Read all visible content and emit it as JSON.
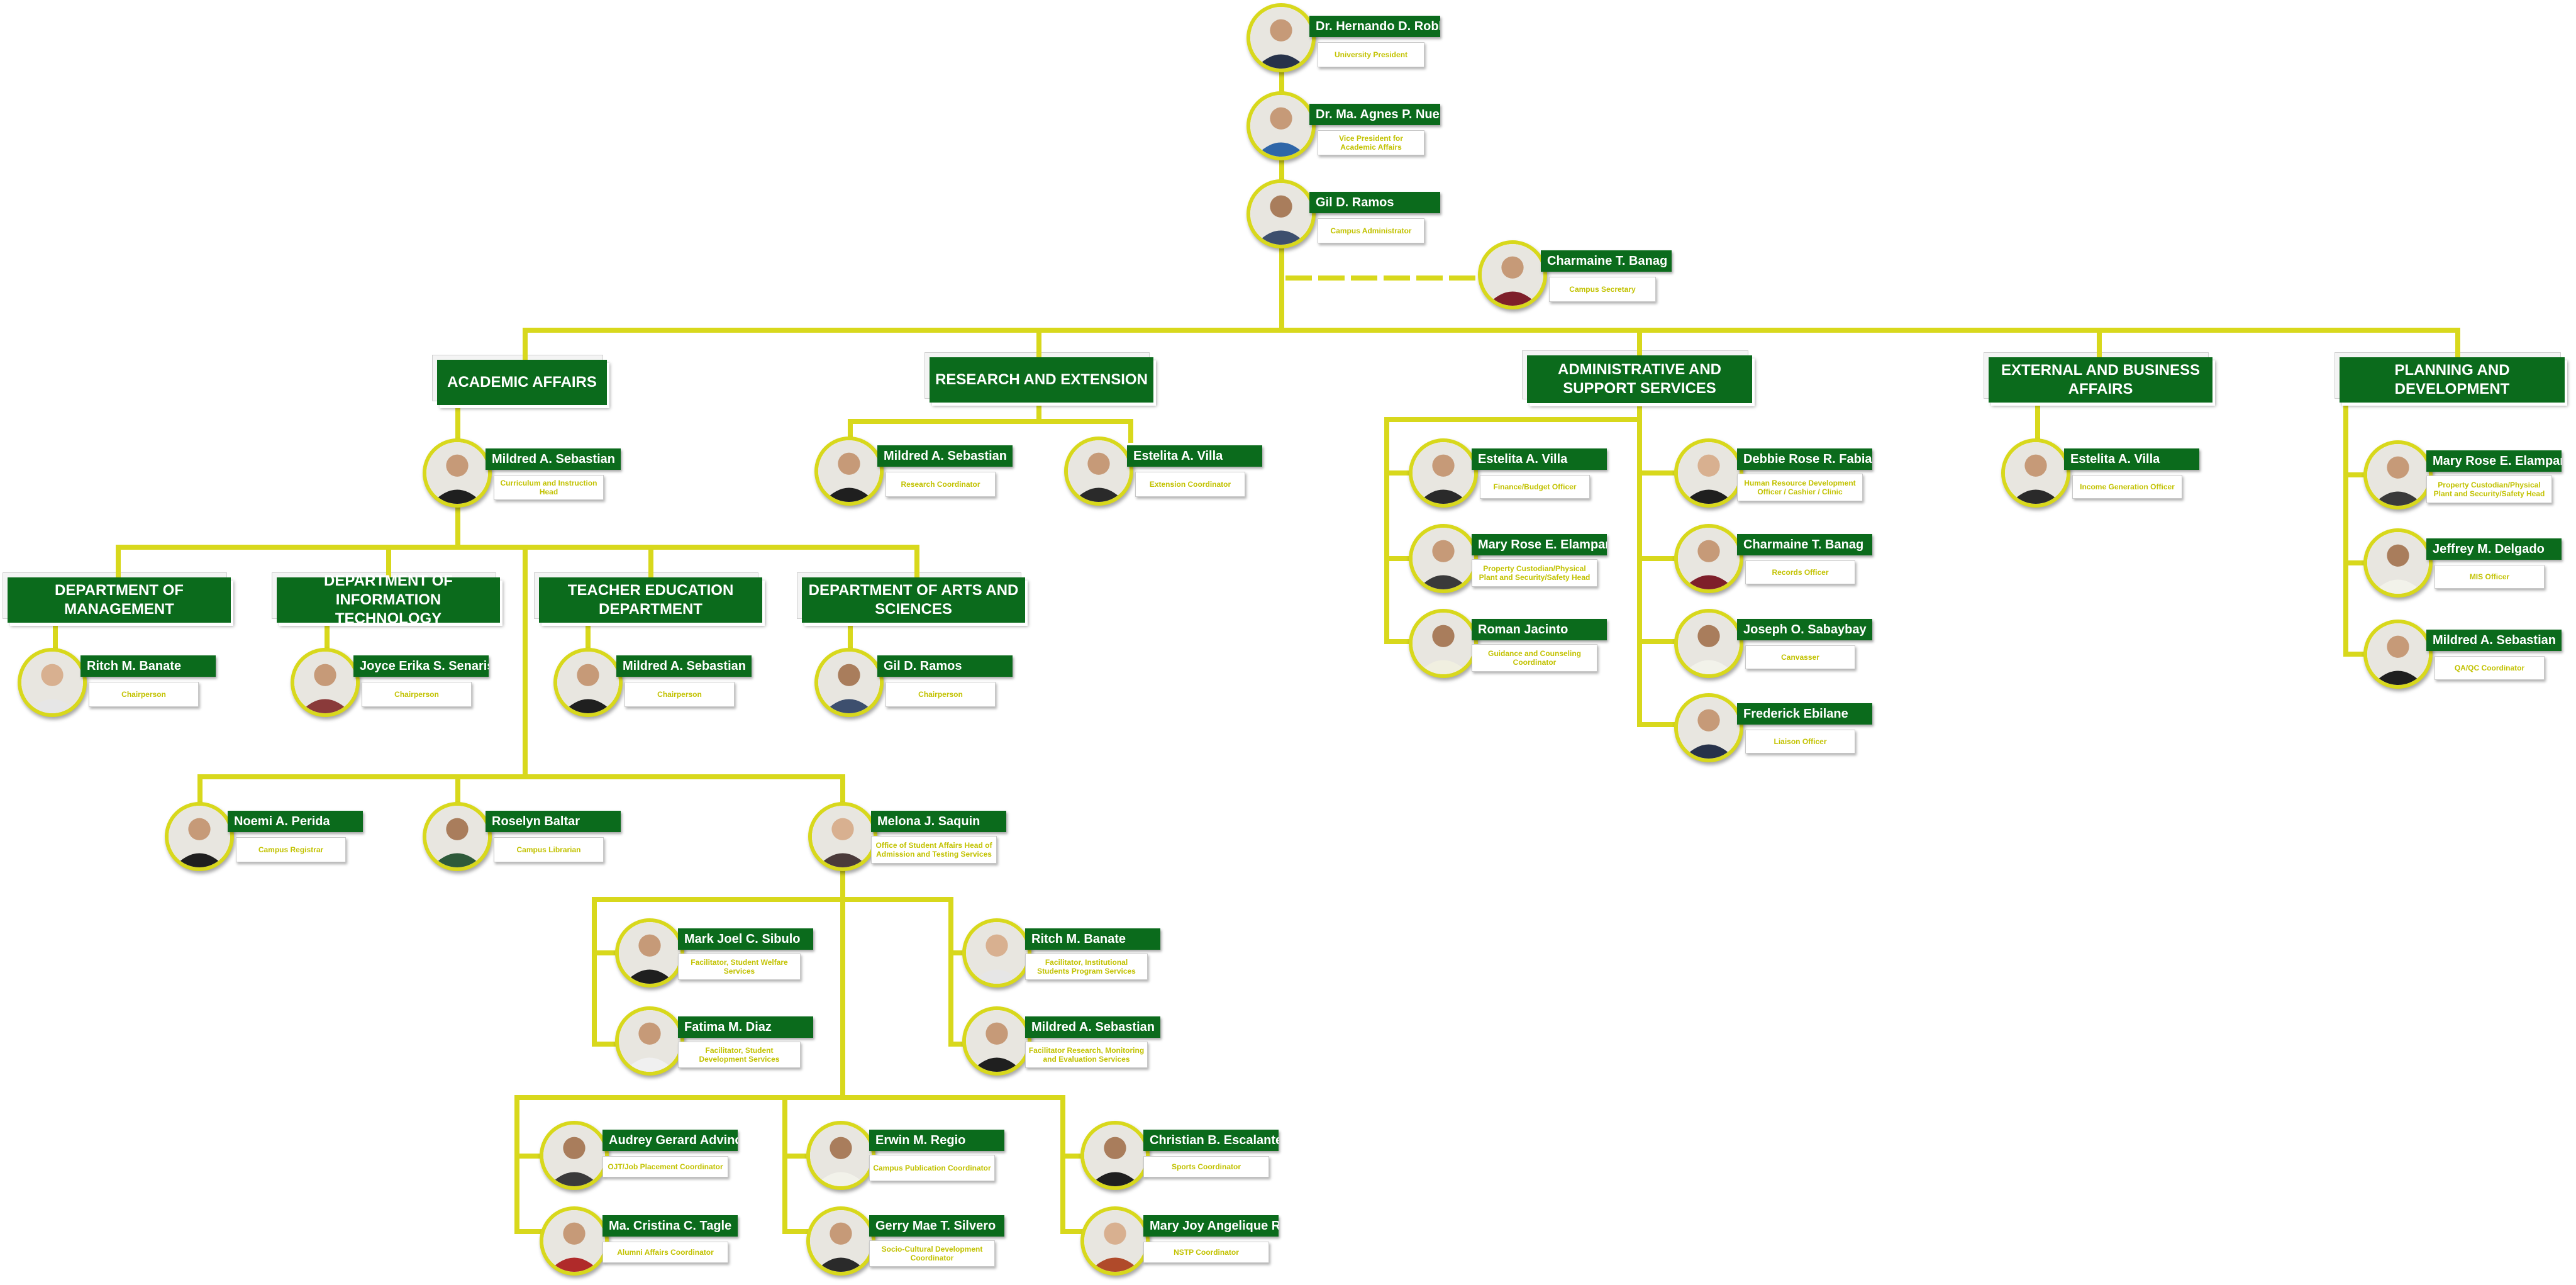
{
  "colors": {
    "accent_green": "#0b6b1c",
    "connector_yellow": "#d8d81c",
    "role_text": "#c2c200"
  },
  "leadership": {
    "president": {
      "name": "Dr. Hernando D. Robles",
      "role": "University President"
    },
    "vp": {
      "name": "Dr. Ma. Agnes P. Nuestro",
      "role": "Vice President for Academic Affairs"
    },
    "administrator": {
      "name": "Gil D. Ramos",
      "role": "Campus Administrator"
    },
    "secretary": {
      "name": "Charmaine T. Banag",
      "role": "Campus Secretary"
    }
  },
  "sections": {
    "academic": "ACADEMIC AFFAIRS",
    "research": "RESEARCH AND EXTENSION",
    "admin": "ADMINISTRATIVE AND SUPPORT SERVICES",
    "external": "EXTERNAL AND BUSINESS AFFAIRS",
    "planning": "PLANNING AND DEVELOPMENT"
  },
  "academic": {
    "head": {
      "name": "Mildred A. Sebastian",
      "role": "Curriculum and Instruction Head"
    }
  },
  "departments": {
    "management": {
      "title": "DEPARTMENT OF MANAGEMENT",
      "name": "Ritch M. Banate",
      "role": "Chairperson"
    },
    "it": {
      "title": "DEPARTMENT OF INFORMATION TECHNOLOGY",
      "name": "Joyce Erika S. Senaris",
      "role": "Chairperson"
    },
    "teacher_ed": {
      "title": "TEACHER EDUCATION DEPARTMENT",
      "name": "Mildred A. Sebastian",
      "role": "Chairperson"
    },
    "arts": {
      "title": "DEPARTMENT OF ARTS AND SCIENCES",
      "name": "Gil D. Ramos",
      "role": "Chairperson"
    }
  },
  "academic_support": {
    "registrar": {
      "name": "Noemi A. Perida",
      "role": "Campus Registrar"
    },
    "librarian": {
      "name": "Roselyn Baltar",
      "role": "Campus Librarian"
    },
    "osa": {
      "name": "Melona J. Saquin",
      "role": "Office of Student Affairs Head of Admission and Testing Services"
    }
  },
  "osa_facilitators": {
    "welfare": {
      "name": "Mark Joel C. Sibulo",
      "role": "Facilitator, Student Welfare Services"
    },
    "development": {
      "name": "Fatima M. Diaz",
      "role": "Facilitator, Student Development Services"
    },
    "programs": {
      "name": "Ritch M. Banate",
      "role": "Facilitator, Institutional Students Program Services"
    },
    "research": {
      "name": "Mildred A. Sebastian",
      "role": "Facilitator Research, Monitoring and Evaluation Services"
    }
  },
  "coordinators": {
    "ojt": {
      "name": "Audrey Gerard Advincula",
      "role": "OJT/Job Placement Coordinator"
    },
    "alumni": {
      "name": "Ma. Cristina C. Tagle",
      "role": "Alumni Affairs Coordinator"
    },
    "publication": {
      "name": "Erwin M. Regio",
      "role": "Campus Publication Coordinator"
    },
    "sociocultural": {
      "name": "Gerry Mae T. Silvero",
      "role": "Socio-Cultural Development Coordinator"
    },
    "sports": {
      "name": "Christian B. Escalante",
      "role": "Sports Coordinator"
    },
    "nstp": {
      "name": "Mary Joy Angelique R. Mojica",
      "role": "NSTP Coordinator"
    }
  },
  "research": {
    "coordinator": {
      "name": "Mildred A. Sebastian",
      "role": "Research Coordinator"
    },
    "extension": {
      "name": "Estelita A. Villa",
      "role": "Extension Coordinator"
    }
  },
  "admin": {
    "finance": {
      "name": "Estelita A. Villa",
      "role": "Finance/Budget Officer"
    },
    "property": {
      "name": "Mary Rose E. Elamparo",
      "role": "Property Custodian/Physical Plant and Security/Safety Head"
    },
    "guidance": {
      "name": "Roman Jacinto",
      "role": "Guidance and Counseling Coordinator"
    },
    "hr": {
      "name": "Debbie Rose R. Fabian",
      "role": "Human Resource Development Officer / Cashier / Clinic"
    },
    "records": {
      "name": "Charmaine T. Banag",
      "role": "Records Officer"
    },
    "canvasser": {
      "name": "Joseph O. Sabaybay",
      "role": "Canvasser"
    },
    "liaison": {
      "name": "Frederick Ebilane",
      "role": "Liaison Officer"
    }
  },
  "external": {
    "income": {
      "name": "Estelita A. Villa",
      "role": "Income Generation Officer"
    }
  },
  "planning": {
    "property": {
      "name": "Mary Rose E. Elamparo",
      "role": "Property Custodian/Physical Plant and Security/Safety Head"
    },
    "mis": {
      "name": "Jeffrey M. Delgado",
      "role": "MIS Officer"
    },
    "qa": {
      "name": "Mildred A. Sebastian",
      "role": "QA/QC Coordinator"
    }
  }
}
